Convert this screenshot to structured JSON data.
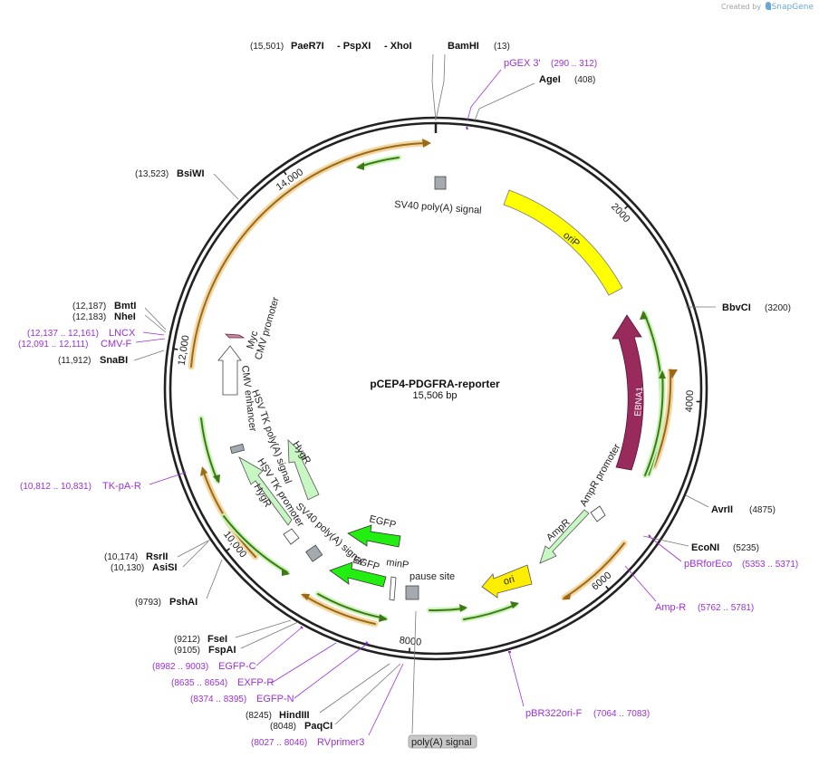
{
  "credit": {
    "prefix": "Created by",
    "brand": "SnapGene"
  },
  "plasmid": {
    "name": "pCEP4-PDGFRA-reporter",
    "length_label": "15,506 bp",
    "total_bp": 15506
  },
  "colors": {
    "backbone": "#222222",
    "enzyme_text": "#111111",
    "primer": "#9b30d9",
    "orange_arrow": "#e8a33a",
    "green_arrow": "#3d9a1e",
    "oriP": "#ffff00",
    "EBNA1": "#992a5c",
    "EGFP": "#22ee11",
    "ori": "#ffee00",
    "light_green": "#c7f7c2",
    "pause_site": "#a5aab0",
    "polyA_badge": "#c8c8c8"
  },
  "ticks": [
    {
      "bp": 2000,
      "label": "2000"
    },
    {
      "bp": 4000,
      "label": "4000"
    },
    {
      "bp": 6000,
      "label": "6000"
    },
    {
      "bp": 8000,
      "label": "8000"
    },
    {
      "bp": 10000,
      "label": "10,000"
    },
    {
      "bp": 12000,
      "label": "12,000"
    },
    {
      "bp": 14000,
      "label": "14,000"
    }
  ],
  "enzymes_top": {
    "pos": "(15,501)",
    "items": [
      "PaeR7I",
      "- PspXI",
      "- XhoI"
    ],
    "bamhi": "BamHI",
    "bamhi_pos": "(13)"
  },
  "enzymes": [
    {
      "id": "agei",
      "name": "AgeI",
      "pos": "(408)"
    },
    {
      "id": "bbvci",
      "name": "BbvCI",
      "pos": "(3200)"
    },
    {
      "id": "avrii",
      "name": "AvrII",
      "pos": "(4875)"
    },
    {
      "id": "econi",
      "name": "EcoNI",
      "pos": "(5235)"
    },
    {
      "id": "pstbsiwi",
      "name": "BsiWI",
      "pos": "(13,523)"
    },
    {
      "id": "bmti",
      "name": "BmtI",
      "pos": "(12,187)"
    },
    {
      "id": "nhei",
      "name": "NheI",
      "pos": "(12,183)"
    },
    {
      "id": "snabi",
      "name": "SnaBI",
      "pos": "(11,912)"
    },
    {
      "id": "rsrii",
      "name": "RsrII",
      "pos": "(10,174)"
    },
    {
      "id": "asisi",
      "name": "AsiSI",
      "pos": "(10,130)"
    },
    {
      "id": "pshai",
      "name": "PshAI",
      "pos": "(9793)"
    },
    {
      "id": "fsei",
      "name": "FseI",
      "pos": "(9212)"
    },
    {
      "id": "fspai",
      "name": "FspAI",
      "pos": "(9105)"
    },
    {
      "id": "hindiii",
      "name": "HindIII",
      "pos": "(8245)"
    },
    {
      "id": "paqci",
      "name": "PaqCI",
      "pos": "(8048)"
    }
  ],
  "primers": [
    {
      "id": "pgex3",
      "name": "pGEX 3'",
      "pos": "(290 .. 312)"
    },
    {
      "id": "pbrforeco",
      "name": "pBRforEco",
      "pos": "(5353 .. 5371)"
    },
    {
      "id": "ampr",
      "name": "Amp-R",
      "pos": "(5762 .. 5781)"
    },
    {
      "id": "pbr322ori",
      "name": "pBR322ori-F",
      "pos": "(7064 .. 7083)"
    },
    {
      "id": "tkpar",
      "name": "TK-pA-R",
      "pos": "(10,812 .. 10,831)"
    },
    {
      "id": "lncx",
      "name": "LNCX",
      "pos": "(12,137 .. 12,161)"
    },
    {
      "id": "cmvf",
      "name": "CMV-F",
      "pos": "(12,091 .. 12,111)"
    },
    {
      "id": "egfpc",
      "name": "EGFP-C",
      "pos": "(8982 .. 9003)"
    },
    {
      "id": "exfpr",
      "name": "EXFP-R",
      "pos": "(8635 .. 8654)"
    },
    {
      "id": "egfpn",
      "name": "EGFP-N",
      "pos": "(8374 .. 8395)"
    },
    {
      "id": "rvprimer3",
      "name": "RVprimer3",
      "pos": "(8027 .. 8046)"
    }
  ],
  "features": {
    "sv40_top": "SV40 poly(A) signal",
    "oriP": "oriP",
    "EBNA1": "EBNA1",
    "ampr_promoter": "AmpR promoter",
    "AmpR": "AmpR",
    "ori": "ori",
    "pause_site": "pause site",
    "minP": "minP",
    "EGFP_1": "EGFP",
    "EGFP_2": "EGFP",
    "sv40_mid": "SV40 poly(A) signal",
    "hsv_tk_promoter": "HSV TK promoter",
    "hsv_tk_polya": "HSV TK poly(A) signal",
    "HygR_1": "HygR",
    "HygR_2": "HygR",
    "cmv_enhancer": "CMV enhancer",
    "cmv_promoter": "CMV promoter",
    "Myc": "Myc",
    "polyA_signal": "poly(A) signal"
  }
}
